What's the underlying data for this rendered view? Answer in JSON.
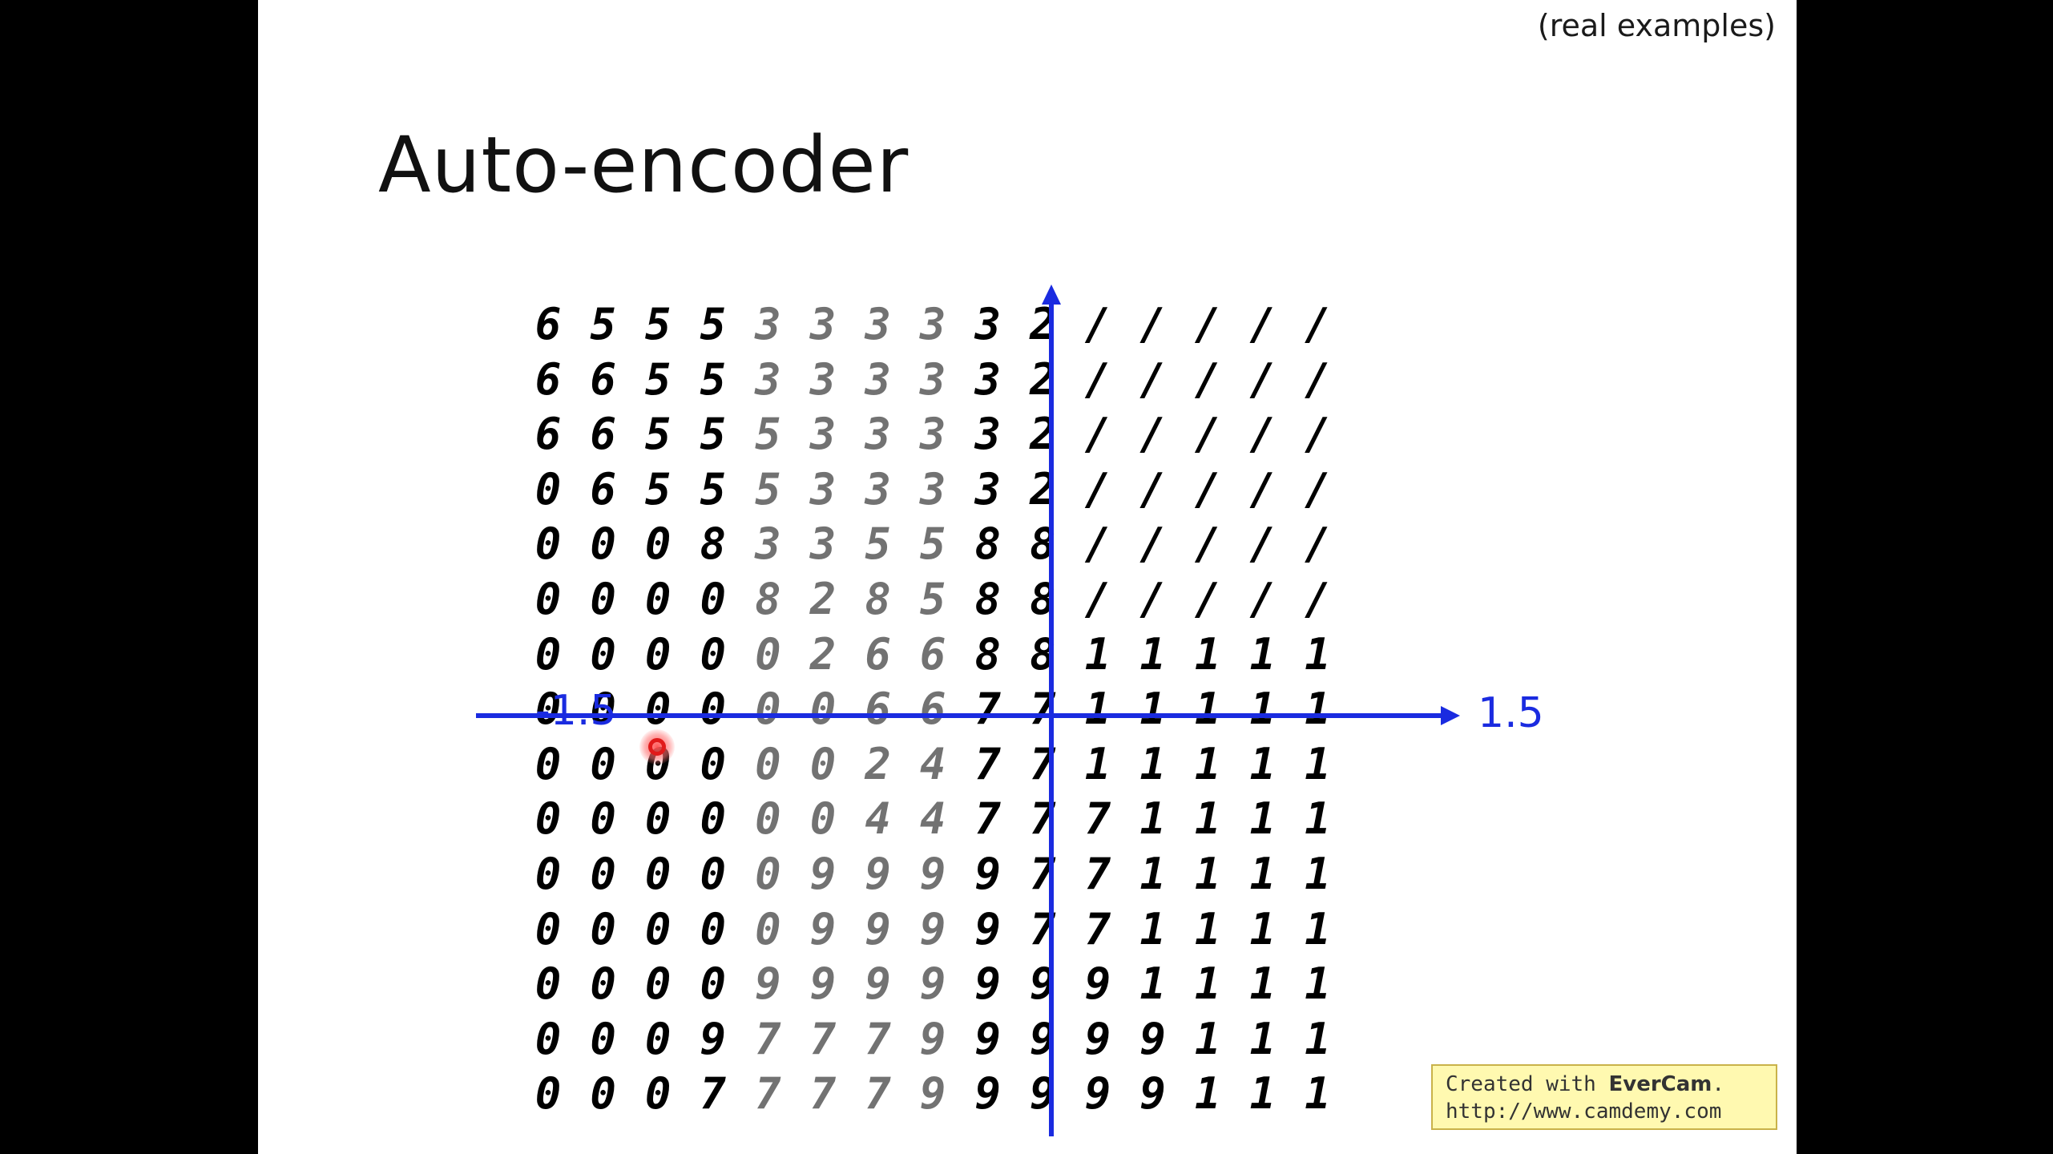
{
  "slide": {
    "note": "(real examples)",
    "title": "Auto-encoder"
  },
  "axes": {
    "x_min_label": "-1.5",
    "x_max_label": "1.5",
    "color": "#1a2be0"
  },
  "digit_grid": [
    [
      "6",
      "5",
      "5",
      "5",
      "3",
      "3",
      "3",
      "3",
      "3",
      "2",
      "/",
      "/",
      "/",
      "/",
      "/"
    ],
    [
      "6",
      "6",
      "5",
      "5",
      "3",
      "3",
      "3",
      "3",
      "3",
      "2",
      "/",
      "/",
      "/",
      "/",
      "/"
    ],
    [
      "6",
      "6",
      "5",
      "5",
      "5",
      "3",
      "3",
      "3",
      "3",
      "2",
      "/",
      "/",
      "/",
      "/",
      "/"
    ],
    [
      "0",
      "6",
      "5",
      "5",
      "5",
      "3",
      "3",
      "3",
      "3",
      "2",
      "/",
      "/",
      "/",
      "/",
      "/"
    ],
    [
      "0",
      "0",
      "0",
      "8",
      "3",
      "3",
      "5",
      "5",
      "8",
      "8",
      "/",
      "/",
      "/",
      "/",
      "/"
    ],
    [
      "0",
      "0",
      "0",
      "0",
      "8",
      "2",
      "8",
      "5",
      "8",
      "8",
      "/",
      "/",
      "/",
      "/",
      "/"
    ],
    [
      "0",
      "0",
      "0",
      "0",
      "0",
      "2",
      "6",
      "6",
      "8",
      "8",
      "1",
      "1",
      "1",
      "1",
      "1"
    ],
    [
      "0",
      "0",
      "0",
      "0",
      "0",
      "0",
      "6",
      "6",
      "7",
      "7",
      "1",
      "1",
      "1",
      "1",
      "1"
    ],
    [
      "0",
      "0",
      "0",
      "0",
      "0",
      "0",
      "2",
      "4",
      "7",
      "7",
      "1",
      "1",
      "1",
      "1",
      "1"
    ],
    [
      "0",
      "0",
      "0",
      "0",
      "0",
      "0",
      "4",
      "4",
      "7",
      "7",
      "7",
      "1",
      "1",
      "1",
      "1"
    ],
    [
      "0",
      "0",
      "0",
      "0",
      "0",
      "9",
      "9",
      "9",
      "9",
      "7",
      "7",
      "1",
      "1",
      "1",
      "1"
    ],
    [
      "0",
      "0",
      "0",
      "0",
      "0",
      "9",
      "9",
      "9",
      "9",
      "7",
      "7",
      "1",
      "1",
      "1",
      "1"
    ],
    [
      "0",
      "0",
      "0",
      "0",
      "9",
      "9",
      "9",
      "9",
      "9",
      "9",
      "9",
      "1",
      "1",
      "1",
      "1"
    ],
    [
      "0",
      "0",
      "0",
      "9",
      "7",
      "7",
      "7",
      "9",
      "9",
      "9",
      "9",
      "9",
      "1",
      "1",
      "1"
    ],
    [
      "0",
      "0",
      "0",
      "7",
      "7",
      "7",
      "7",
      "9",
      "9",
      "9",
      "9",
      "9",
      "1",
      "1",
      "1"
    ]
  ],
  "watermark": {
    "line1_prefix": "Created with ",
    "line1_brand": "EverCam",
    "line1_suffix": ".",
    "line2": "http://www.camdemy.com"
  }
}
